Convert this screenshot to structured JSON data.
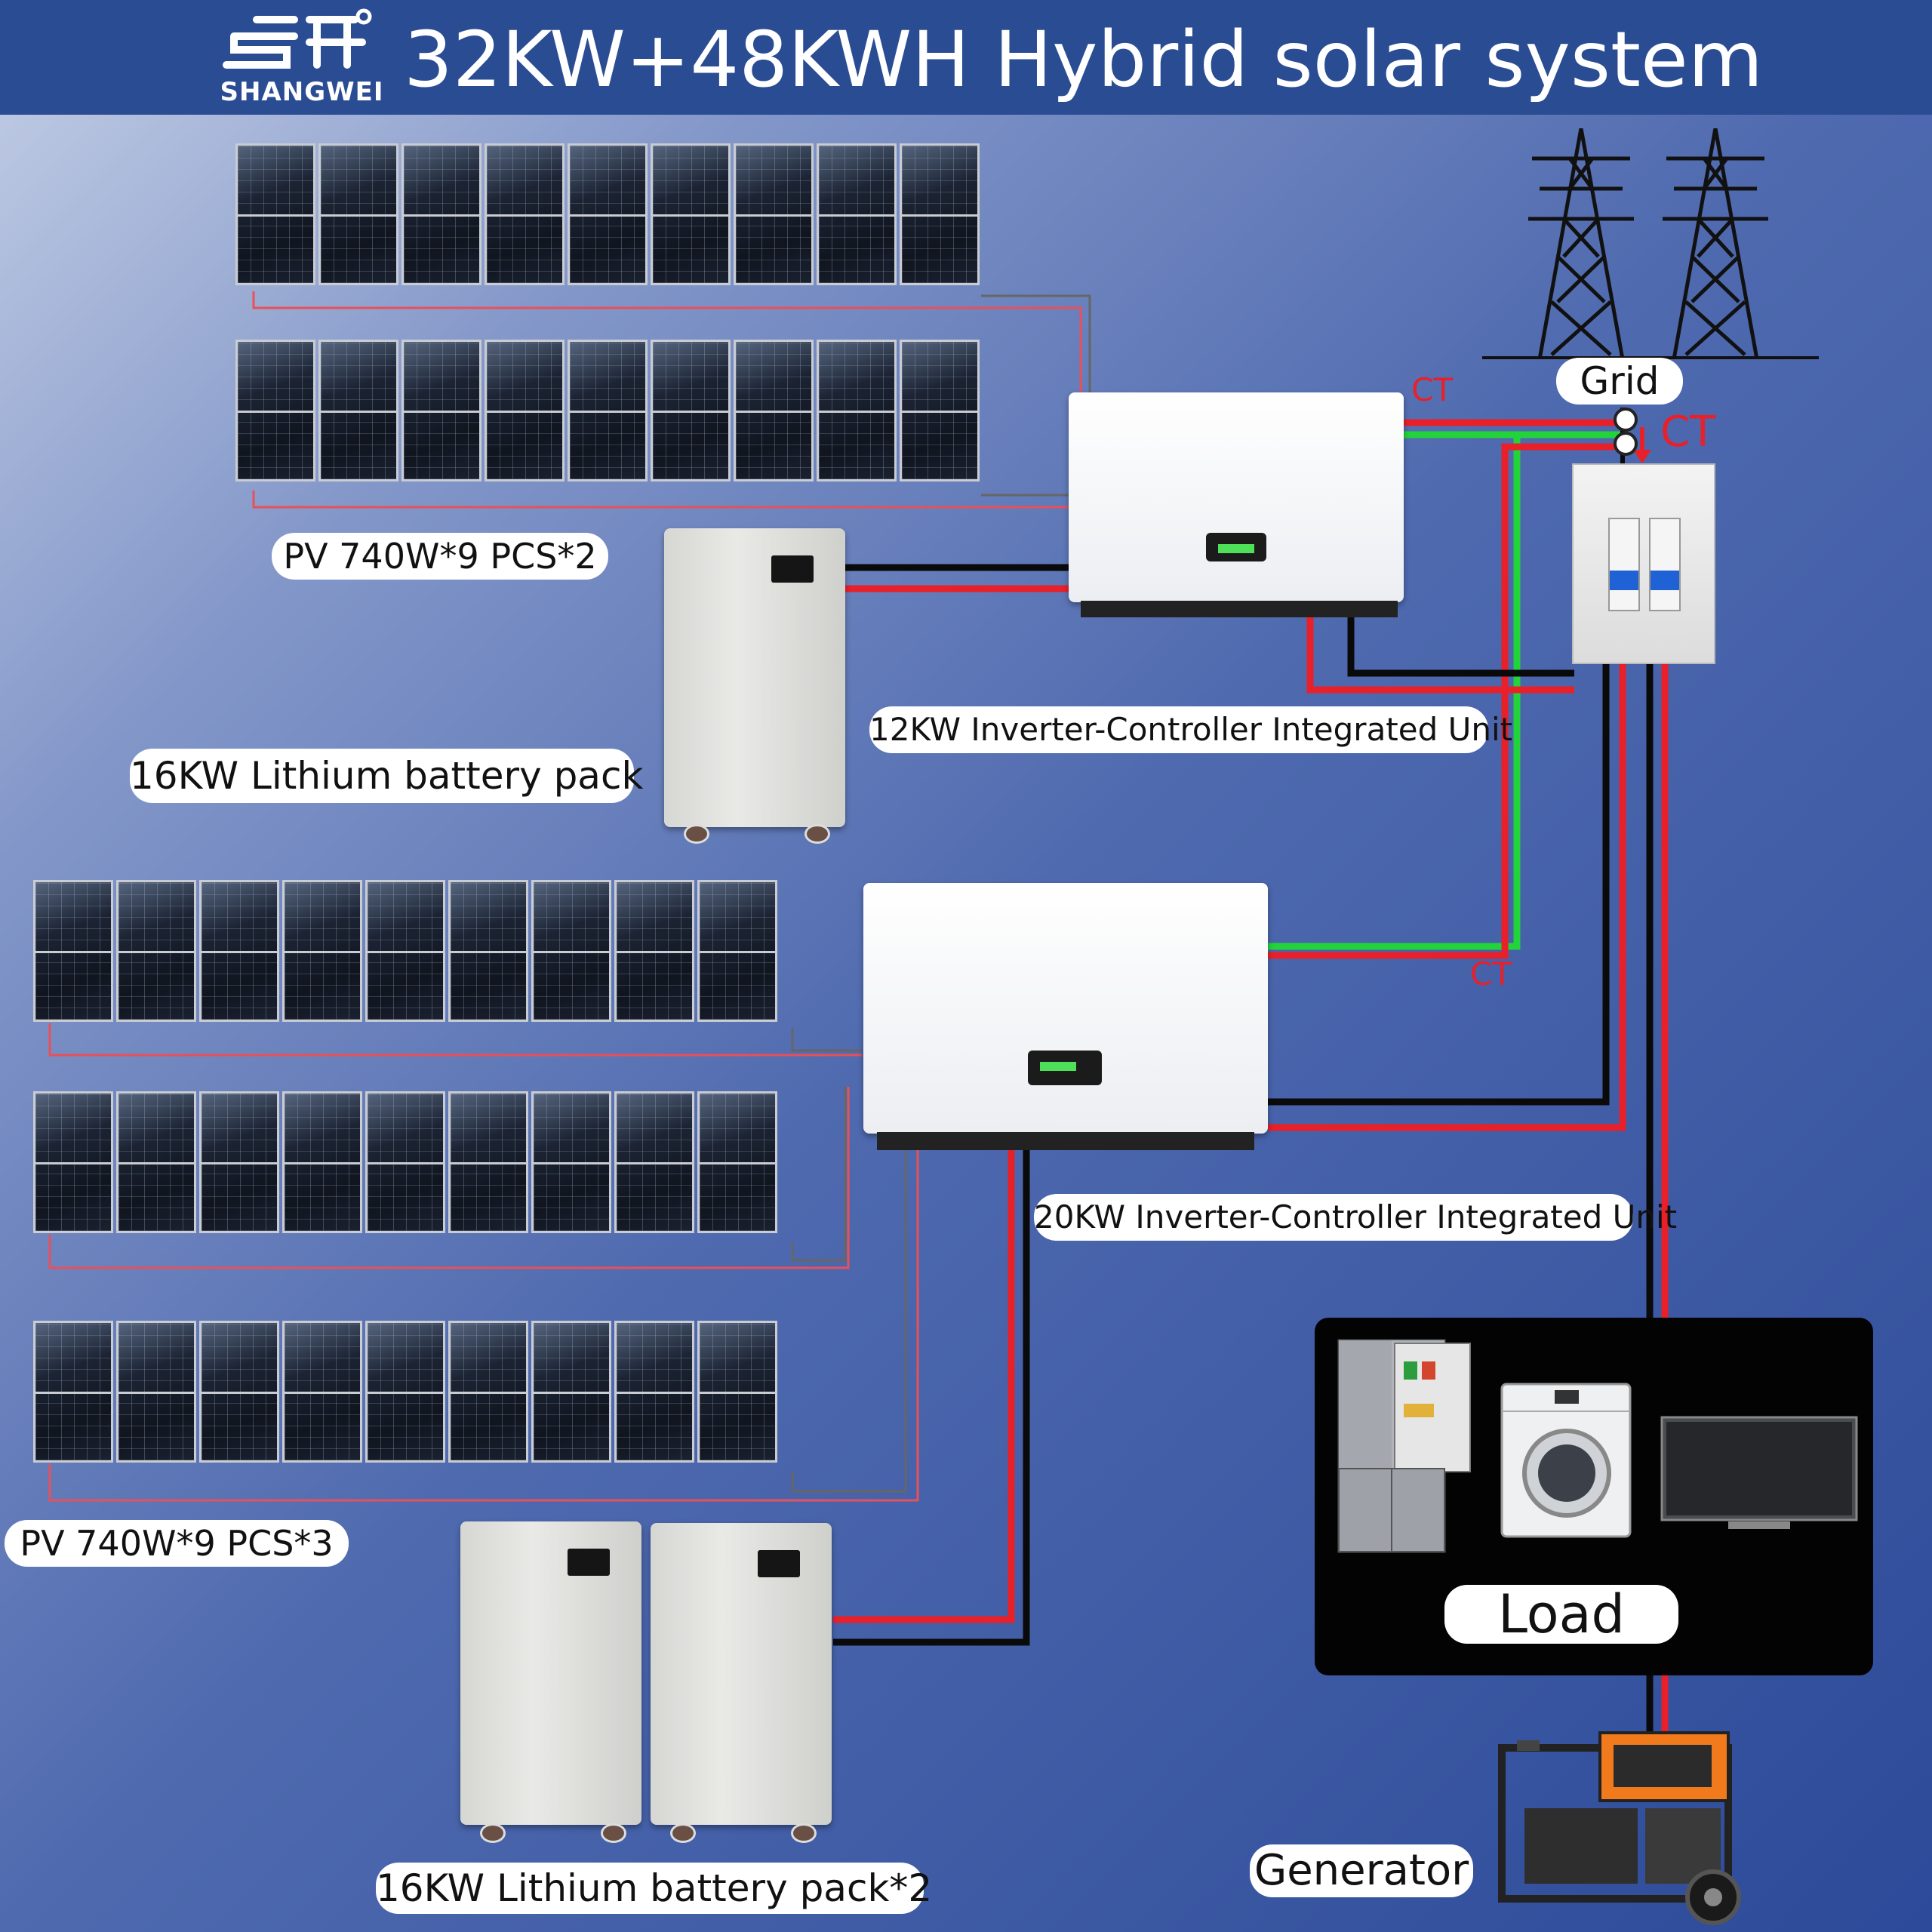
{
  "header": {
    "logo_brand": "SHANGWEI",
    "title": "32KW+48KWH Hybrid solar system"
  },
  "labels": {
    "pv_top": "PV 740W*9 PCS*2",
    "pv_bottom": "PV 740W*9 PCS*3",
    "battery_top": "16KW Lithium battery pack",
    "battery_bottom": "16KW Lithium battery pack*2",
    "inverter_top": "12KW Inverter-Controller Integrated Unit",
    "inverter_bottom": "20KW Inverter-Controller Integrated Unit",
    "grid": "Grid",
    "load": "Load",
    "generator": "Generator",
    "ct_1": "CT",
    "ct_2": "CT",
    "ct_3": "CT"
  },
  "counts": {
    "panels_per_string": 9,
    "top_strings": 2,
    "bottom_strings": 3
  },
  "colors": {
    "wire_red": "#e8202a",
    "wire_black": "#0a0a0a",
    "wire_green": "#22d33a",
    "header": "#2a4c93"
  },
  "icons": [
    "solar-panel-icon",
    "transmission-tower-icon",
    "refrigerator-icon",
    "washing-machine-icon",
    "tv-icon",
    "generator-icon",
    "breaker-box-icon"
  ]
}
